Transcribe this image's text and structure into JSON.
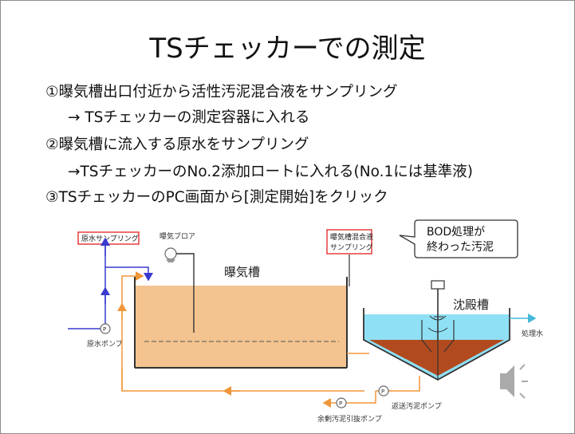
{
  "slide": {
    "title": "TSチェッカーでの測定",
    "steps": [
      "①曝気槽出口付近から活性汚泥混合液をサンプリング",
      "→ TSチェッカーの測定容器に入れる",
      "②曝気槽に流入する原水をサンプリング",
      "→TSチェッカーのNo.2添加ロートに入れる(No.1には基準液)",
      "③TSチェッカーのPC画面から[測定開始]をクリック"
    ]
  },
  "diagram": {
    "raw_water_sampling": "原水サンプリング",
    "aeration_blower": "曝気ブロア",
    "mixed_liquor_sampling_line1": "曝気槽混合液",
    "mixed_liquor_sampling_line2": "サンプリング",
    "callout_line1": "BOD処理が",
    "callout_line2": "終わった汚泥",
    "aeration_tank": "曝気槽",
    "settling_tank": "沈殿槽",
    "treated_water": "処理水",
    "raw_water_pump": "原水ポンプ",
    "return_sludge_pump": "返送汚泥ポンプ",
    "excess_sludge_pump": "余剰汚泥引抜ポンプ",
    "pump_symbol": "P",
    "colors": {
      "tank_fill": "#f3c48f",
      "settle_water": "#8fe0f5",
      "settle_sludge": "#b24a1f",
      "pipe_orange": "#f0963a",
      "pipe_blue": "#3a3ad0",
      "label_border": "#e03030"
    },
    "icons": [
      "speaker-icon"
    ]
  }
}
